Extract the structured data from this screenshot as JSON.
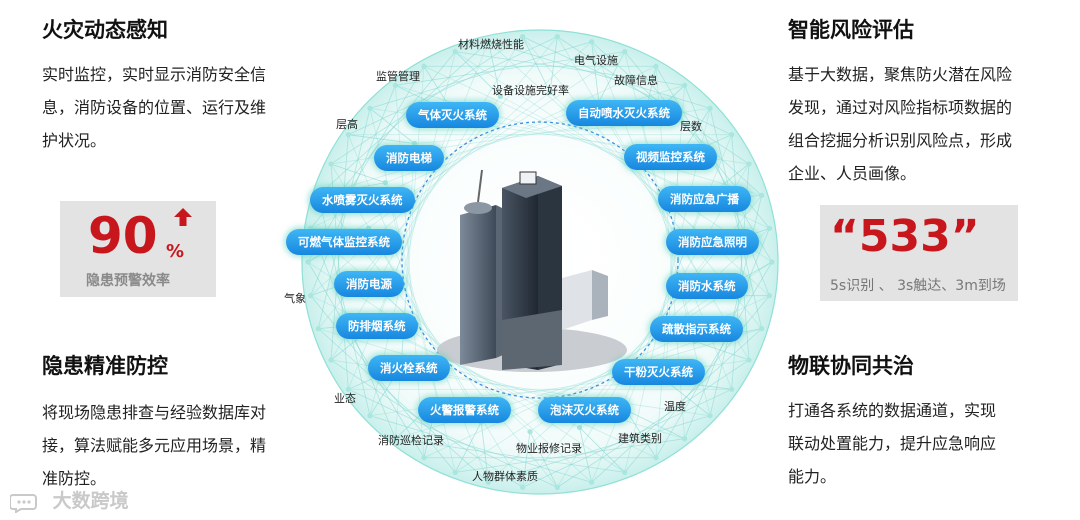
{
  "sections": {
    "fire": {
      "title": "火灾动态感知",
      "lines": [
        "实时监控，实时显示消防安全信",
        "息，消防设备的位置、运行及维",
        "护状况。"
      ]
    },
    "risk": {
      "title": "智能风险评估",
      "lines": [
        "基于大数据，聚焦防火潜在风险",
        "发现，通过对风险指标项数据的",
        "组合挖掘分析识别风险点，形成",
        "企业、人员画像。"
      ]
    },
    "hazard": {
      "title": "隐患精准防控",
      "lines": [
        "将现场隐患排查与经验数据库对",
        "接，算法赋能多元应用场景，精",
        "准防控。"
      ]
    },
    "iot": {
      "title": "物联协同共治",
      "lines": [
        "打通各系统的数据通道，实现",
        "联动处置能力，提升应急响应",
        "能力。"
      ]
    }
  },
  "stat_left": {
    "value": "90",
    "unit": "%",
    "caption": "隐患预警效率",
    "arrow": "up-arrow-icon",
    "color": "#c8161d"
  },
  "stat_right": {
    "value": "“533”",
    "caption": "5s识别 、 3s触达、3m到场",
    "color": "#c8161d"
  },
  "systems_left": [
    "气体灭火系统",
    "消防电梯",
    "水喷雾灭火系统",
    "可燃气体监控系统",
    "消防电源",
    "防排烟系统",
    "消火栓系统",
    "火警报警系统"
  ],
  "systems_right": [
    "自动喷水灭火系统",
    "视频监控系统",
    "消防应急广播",
    "消防应急照明",
    "消防水系统",
    "疏散指示系统",
    "干粉灭火系统",
    "泡沫灭火系统"
  ],
  "outer_tags": [
    "材料燃烧性能",
    "电气设施",
    "监管管理",
    "故障信息",
    "设备设施完好率",
    "层高",
    "层数",
    "气象",
    "业态",
    "温度",
    "消防巡检记录",
    "物业报修记录",
    "建筑类别",
    "人物群体素质"
  ],
  "watermark": "大数跨境",
  "colors": {
    "pill_top": "#3fb6f5",
    "pill_bottom": "#1787df",
    "network": "#7fd6cf",
    "accent_red": "#c8161d"
  }
}
